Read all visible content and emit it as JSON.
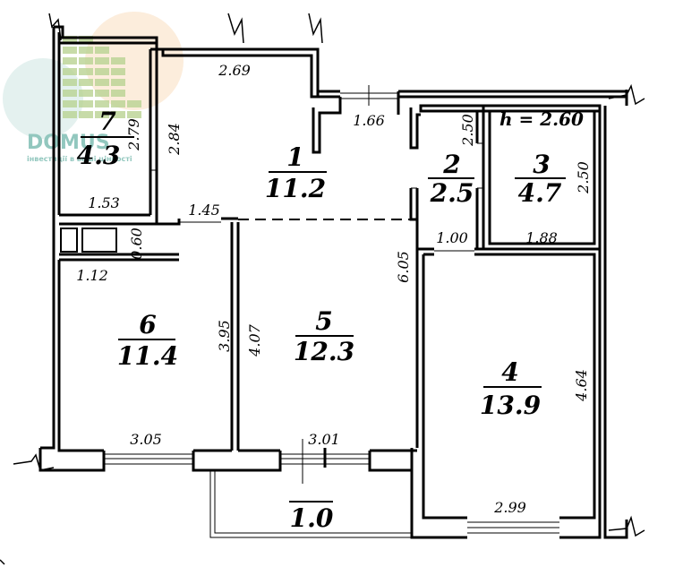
{
  "logo": {
    "brand": "DOMUS",
    "tagline": "інвестиції в ваші цінності"
  },
  "ceiling": "h = 2.60",
  "rooms": [
    {
      "number": "1",
      "area": "11.2"
    },
    {
      "number": "2",
      "area": "2.5"
    },
    {
      "number": "3",
      "area": "4.7"
    },
    {
      "number": "4",
      "area": "13.9"
    },
    {
      "number": "5",
      "area": "12.3"
    },
    {
      "number": "6",
      "area": "11.4"
    },
    {
      "number": "7",
      "area": "4.3"
    }
  ],
  "balcony_area": "1.0",
  "dimensions": {
    "d269": "2.69",
    "d166": "1.66",
    "d250a": "2.50",
    "d250b": "2.50",
    "d279": "2.79",
    "d284": "2.84",
    "d153": "1.53",
    "d145": "1.45",
    "d100": "1.00",
    "d188": "1.88",
    "d060": "0.60",
    "d112": "1.12",
    "d605": "6.05",
    "d395": "3.95",
    "d407": "4.07",
    "d464": "4.64",
    "d305": "3.05",
    "d301": "3.01",
    "d299": "2.99"
  },
  "colors": {
    "wall": "#000000",
    "logo_green": "#7fae3a",
    "logo_orange": "#f2a04a",
    "logo_teal": "#3a9a8a"
  }
}
